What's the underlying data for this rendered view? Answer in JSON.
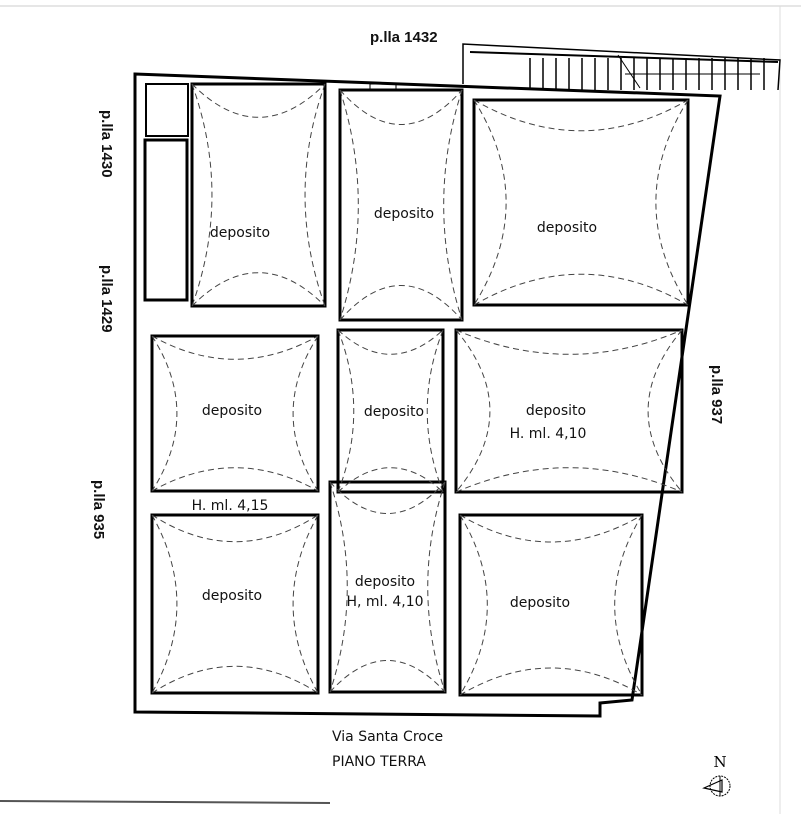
{
  "title": "PIANO TERRA",
  "street": "Via Santa Croce",
  "north_label": "N",
  "neighbors": {
    "top": "p.lla 1432",
    "left_1": "p.lla 1430",
    "left_2": "p.lla 1429",
    "left_3": "p.lla 935",
    "right": "p.lla 937"
  },
  "rooms": [
    {
      "label": "deposito"
    },
    {
      "label": "deposito"
    },
    {
      "label": "deposito"
    },
    {
      "label": "deposito"
    },
    {
      "label": "deposito"
    },
    {
      "label": "deposito",
      "height": "H. ml. 4,10"
    },
    {
      "label": "deposito"
    },
    {
      "label": "deposito",
      "height": "H, ml. 4,10"
    },
    {
      "label": "deposito"
    }
  ],
  "height_note_left": "H. ml. 4,15"
}
